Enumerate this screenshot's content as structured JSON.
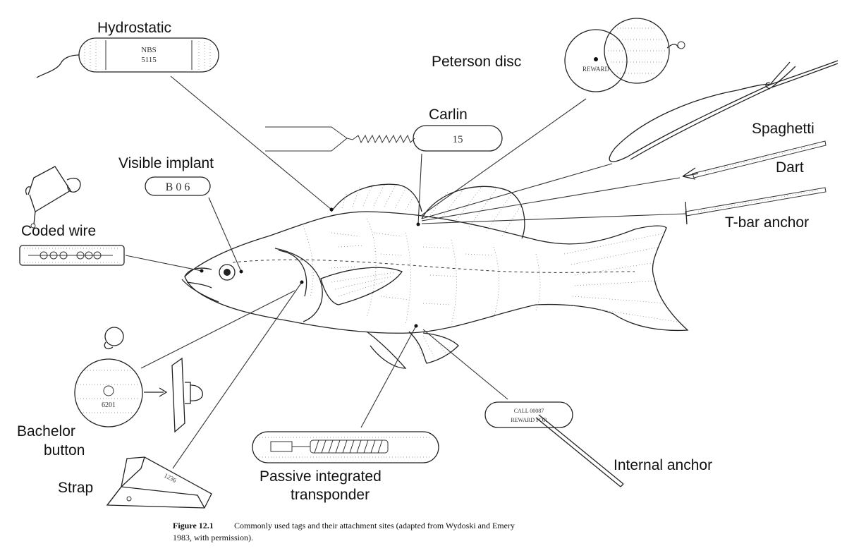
{
  "labels": {
    "hydrostatic": "Hydrostatic",
    "peterson_disc": "Peterson disc",
    "carlin": "Carlin",
    "spaghetti": "Spaghetti",
    "dart": "Dart",
    "t_bar_anchor": "T-bar anchor",
    "visible_implant": "Visible implant",
    "coded_wire": "Coded wire",
    "bachelor_button_line1": "Bachelor",
    "bachelor_button_line2": "button",
    "strap": "Strap",
    "pit_line1": "Passive integrated",
    "pit_line2": "transponder",
    "internal_anchor": "Internal anchor"
  },
  "tag_text": {
    "hydrostatic_line1": "NBS",
    "hydrostatic_line2": "5115",
    "peterson": "REWARD",
    "carlin": "15",
    "visible_implant": "B 0 6",
    "bachelor": "6201",
    "strap": "1236",
    "internal_anchor_line1": "CALL 00087",
    "internal_anchor_line2": "REWARD FOR"
  },
  "caption": {
    "figure_number": "Figure 12.1",
    "line1": "Commonly used tags and their attachment sites (adapted from Wydoski and Emery",
    "line2": "1983, with permission)."
  },
  "colors": {
    "ink": "#222222",
    "paper": "#ffffff"
  }
}
